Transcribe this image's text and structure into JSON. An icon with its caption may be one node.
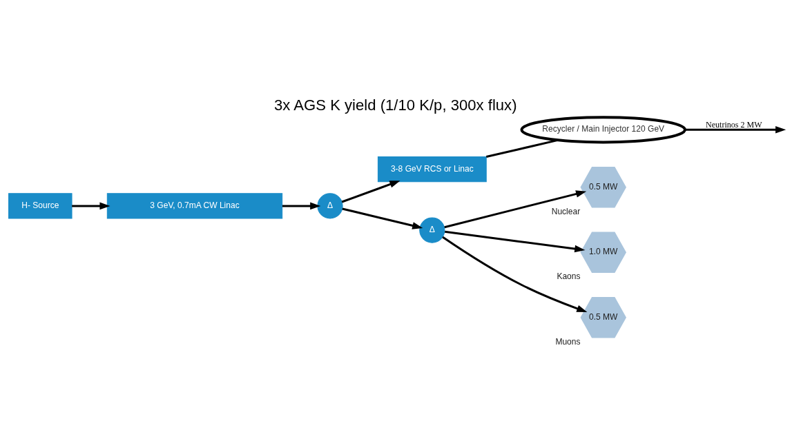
{
  "diagram": {
    "title": "3x AGS K yield (1/10 K/p, 300x flux)",
    "nodes": [
      {
        "text": [
          "H- Source"
        ]
      },
      {
        "text": [
          "3 GeV, 0.7mA CW Linac"
        ]
      },
      {
        "text": [
          "Δ"
        ]
      },
      {
        "text": [
          "3-8 GeV RCS or Linac"
        ]
      },
      {
        "text": [
          "Recycler / Main Injector 120 GeV"
        ]
      },
      {
        "text": [
          "Δ"
        ]
      },
      {
        "text": [
          "0.5 MW"
        ],
        "beside": [
          "Nuclear"
        ]
      },
      {
        "text": [
          "1.0 MW"
        ],
        "beside": [
          "Kaons"
        ]
      },
      {
        "text": [
          "0.5 MW"
        ],
        "beside": [
          "Muons"
        ]
      }
    ],
    "edges": [
      {
        "from": 0,
        "to": 1,
        "arrow": "to"
      },
      {
        "from": 1,
        "to": 2,
        "arrow": "to"
      },
      {
        "from": 2,
        "to": 3,
        "arrow": "to"
      },
      {
        "from": 3,
        "to": 4,
        "arrow": "none"
      },
      {
        "from": 4,
        "to": null,
        "arrow": "to",
        "label": "Neutrinos 2 MW"
      },
      {
        "from": 2,
        "to": 5,
        "arrow": "to"
      },
      {
        "from": 5,
        "to": 6,
        "arrow": "to"
      },
      {
        "from": 5,
        "to": 7,
        "arrow": "to"
      },
      {
        "from": 5,
        "to": 8,
        "arrow": "to"
      }
    ]
  }
}
